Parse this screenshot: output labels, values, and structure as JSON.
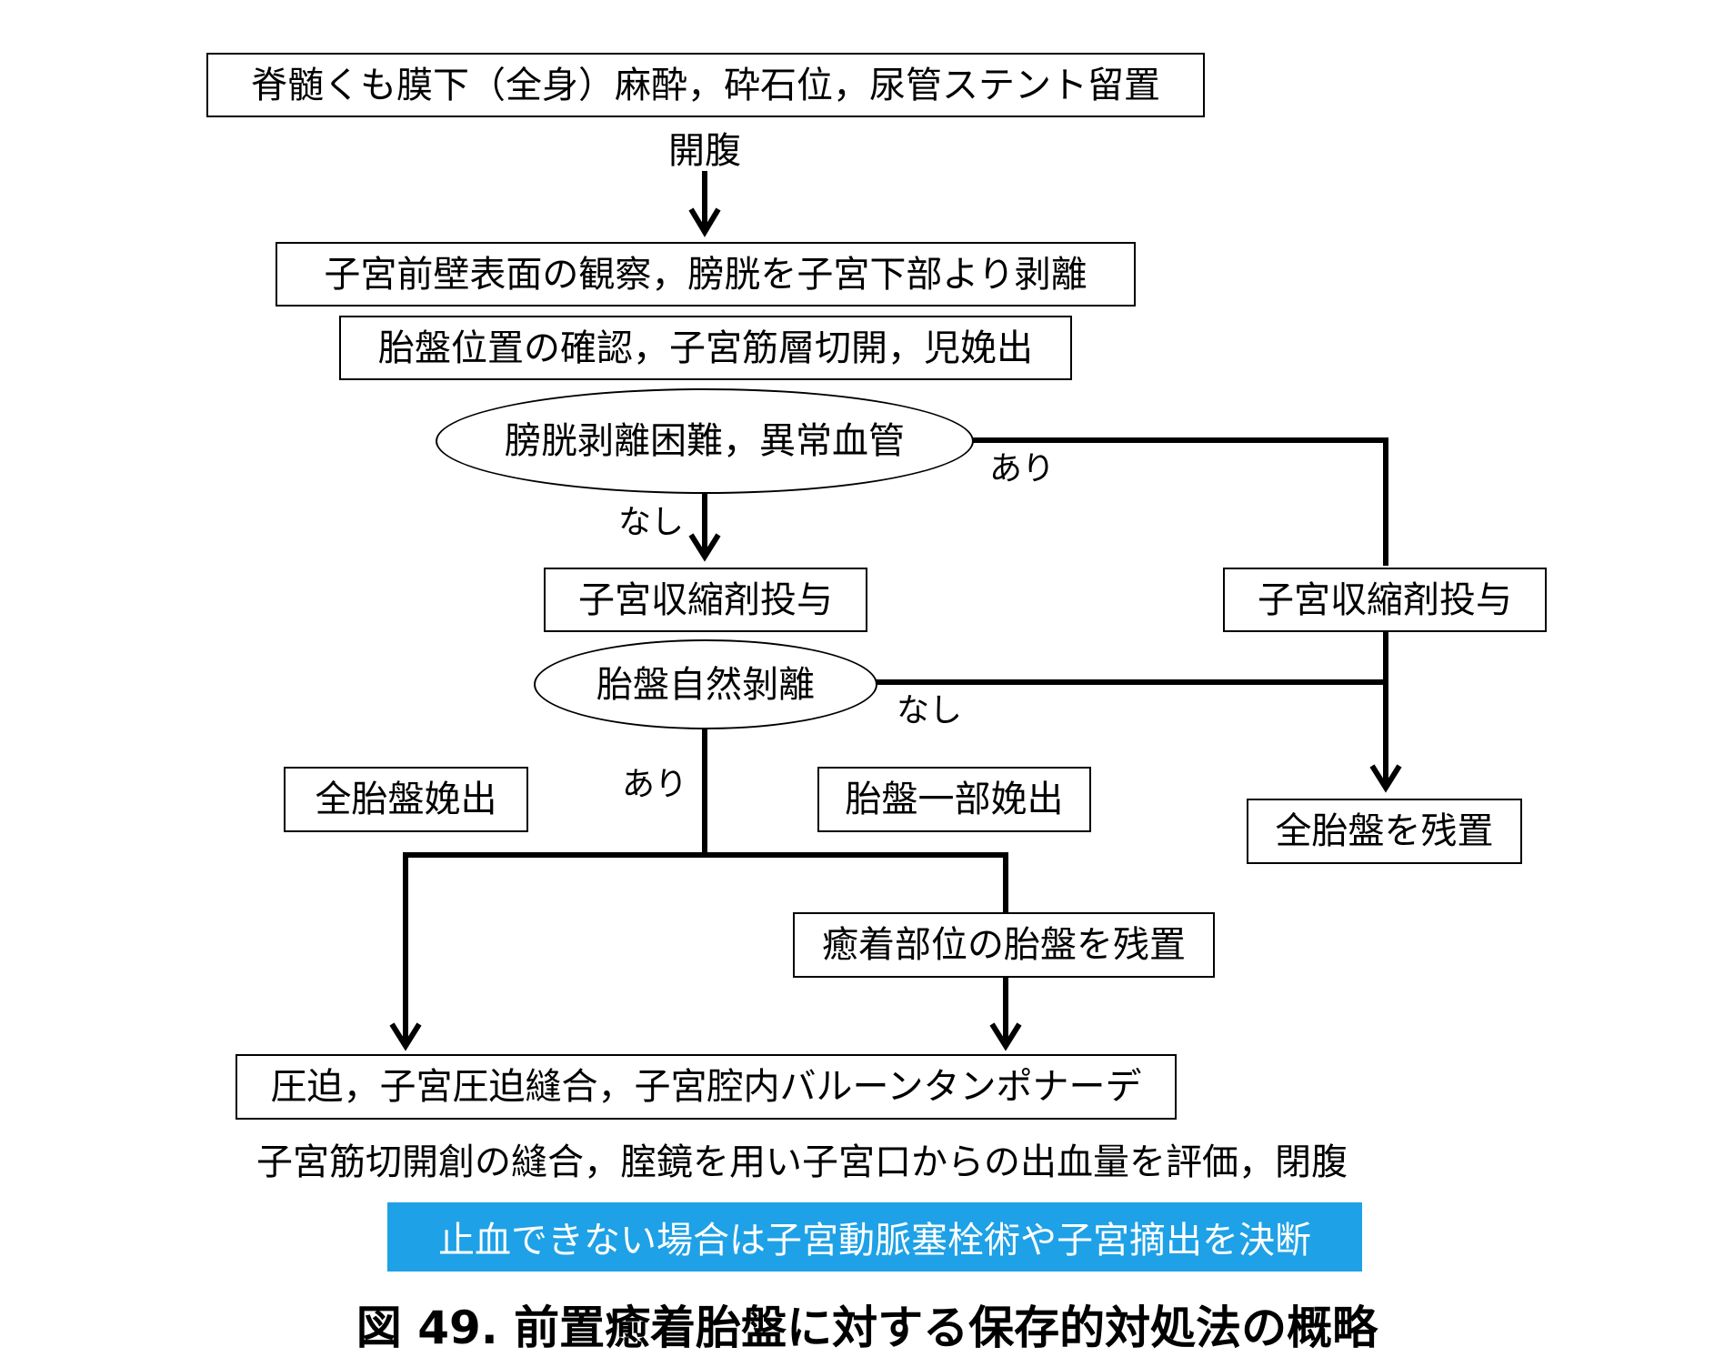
{
  "flowchart": {
    "step_anesthesia": "脊髄くも膜下（全身）麻酔，砕石位，尿管ステント留置",
    "label_laparotomy": "開腹",
    "step_observe": "子宮前壁表面の観察，膀胱を子宮下部より剥離",
    "step_confirm": "胎盤位置の確認，子宮筋層切開，児娩出",
    "decision_bladder": "膀胱剥離困難，異常血管",
    "label_yes_1": "あり",
    "label_no_1": "なし",
    "step_uterotonic_left": "子宮収縮剤投与",
    "step_uterotonic_right": "子宮収縮剤投与",
    "decision_separation": "胎盤自然剝離",
    "label_no_2": "なし",
    "label_yes_2": "あり",
    "result_full_delivery": "全胎盤娩出",
    "result_partial_delivery": "胎盤一部娩出",
    "result_leave_all": "全胎盤を残置",
    "result_leave_accreta": "癒着部位の胎盤を残置",
    "step_compression": "圧迫，子宮圧迫縫合，子宮腔内バルーンタンポナーデ",
    "step_closure": "子宮筋切開創の縫合，腟鏡を用い子宮口からの出血量を評価，閉腹",
    "notice": "止血できない場合は子宮動脈塞栓術や子宮摘出を決断"
  },
  "caption": "図 49.  前置癒着胎盤に対する保存的対処法の概略",
  "colors": {
    "notice_bg": "#1ea1e6",
    "line": "#000000"
  }
}
